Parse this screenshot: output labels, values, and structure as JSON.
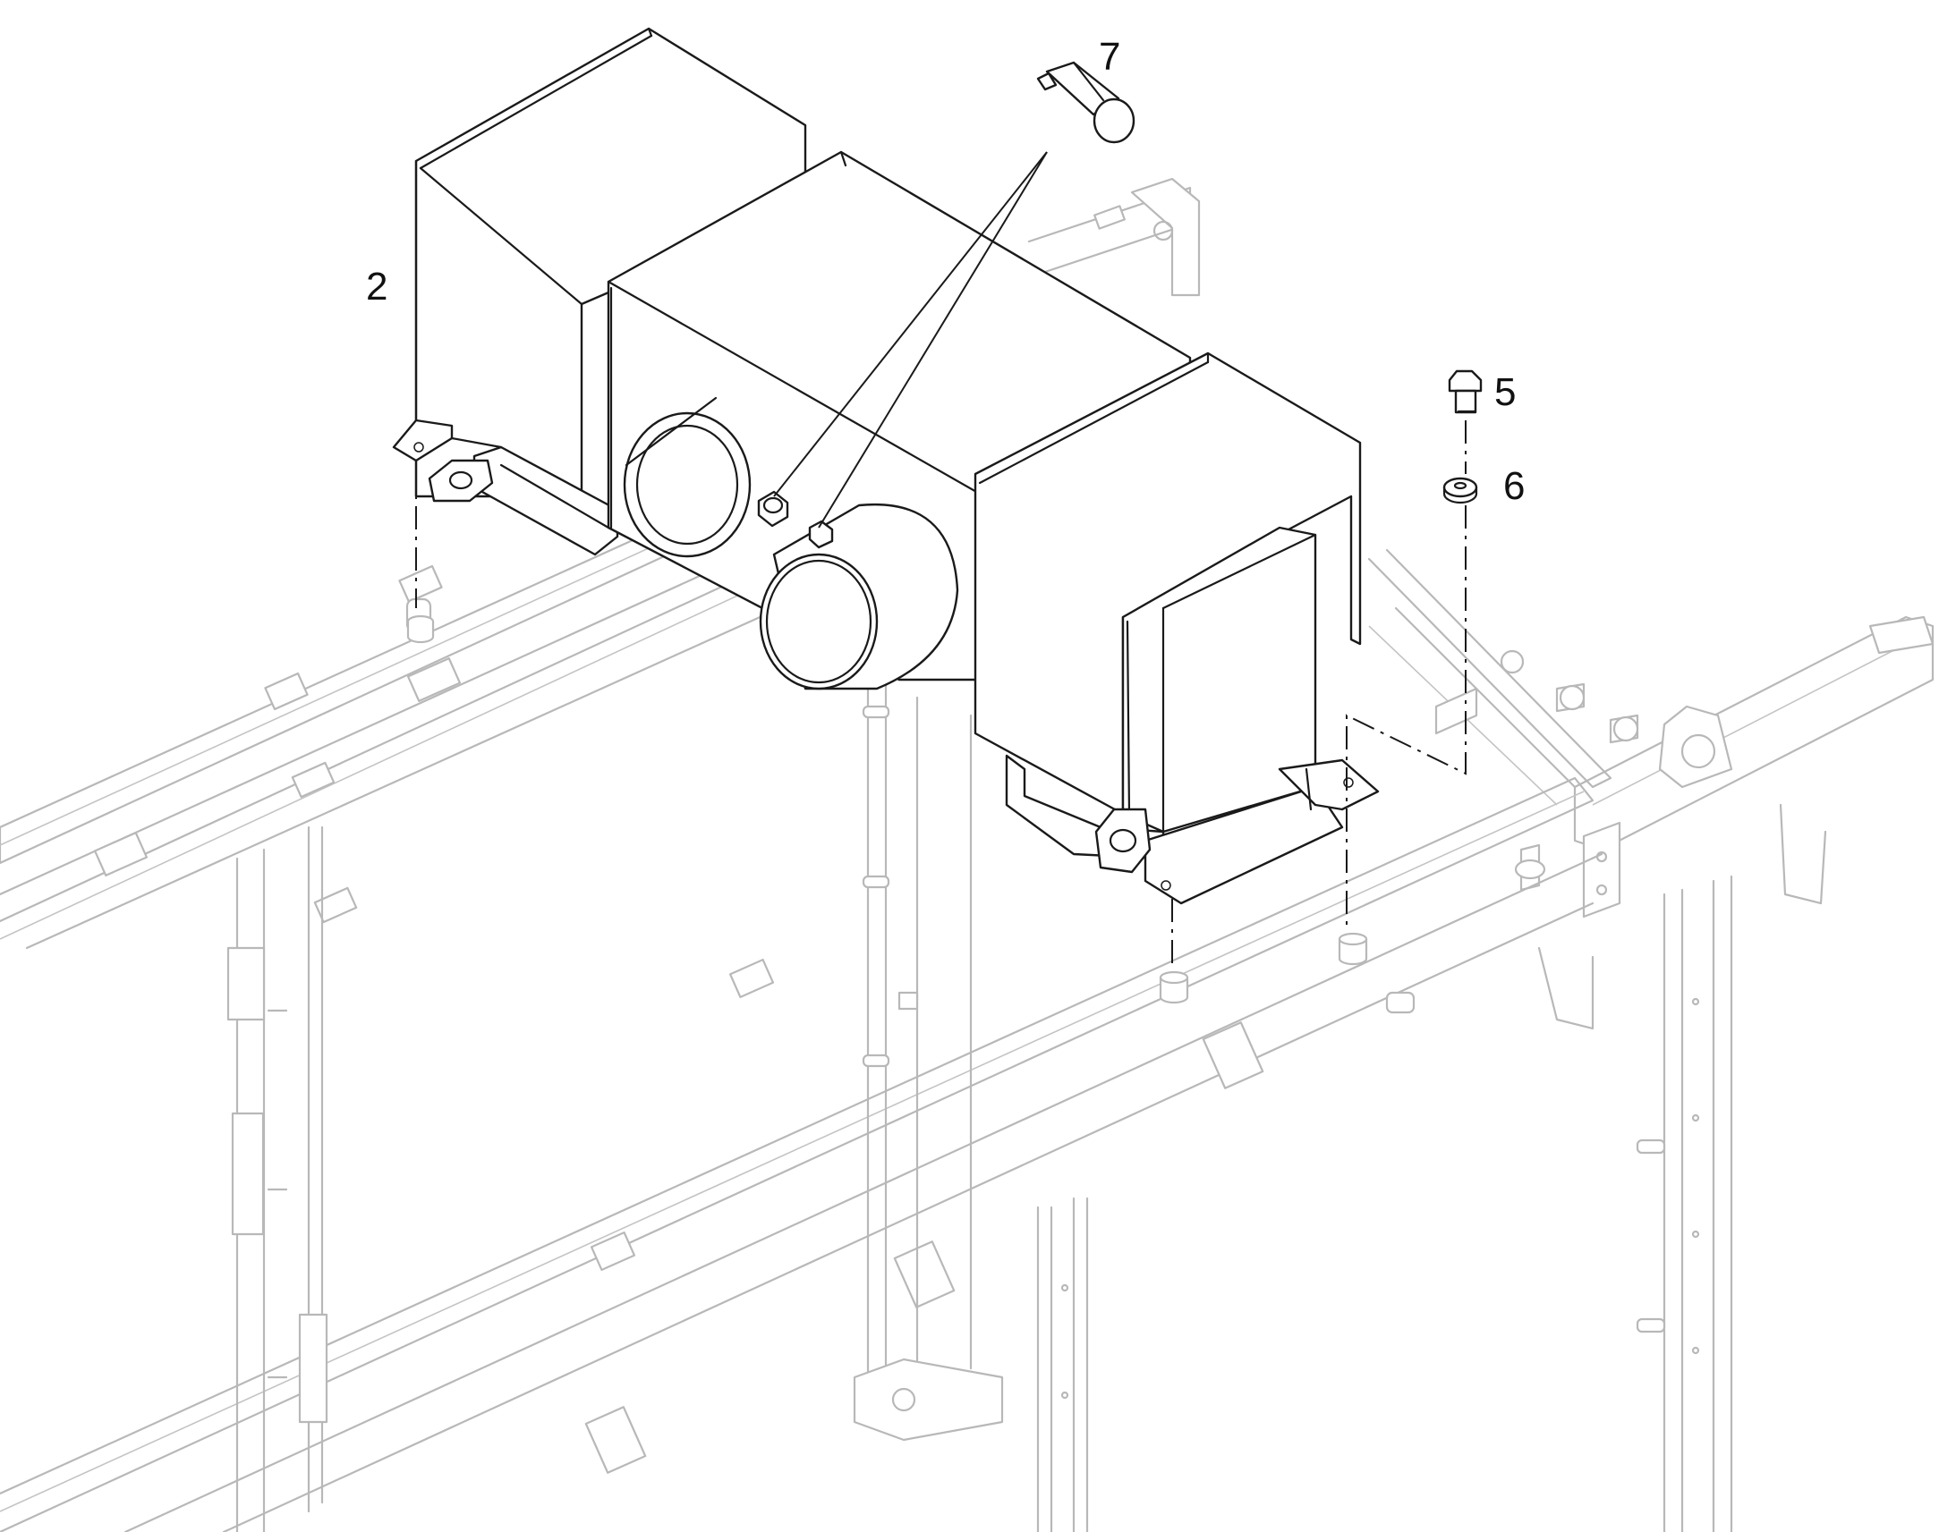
{
  "callouts": {
    "c2": "2",
    "c5": "5",
    "c6": "6",
    "c7": "7"
  },
  "colors": {
    "part_line": "#1a1a1a",
    "frame_line": "#b8b8b8",
    "background": "#ffffff"
  }
}
